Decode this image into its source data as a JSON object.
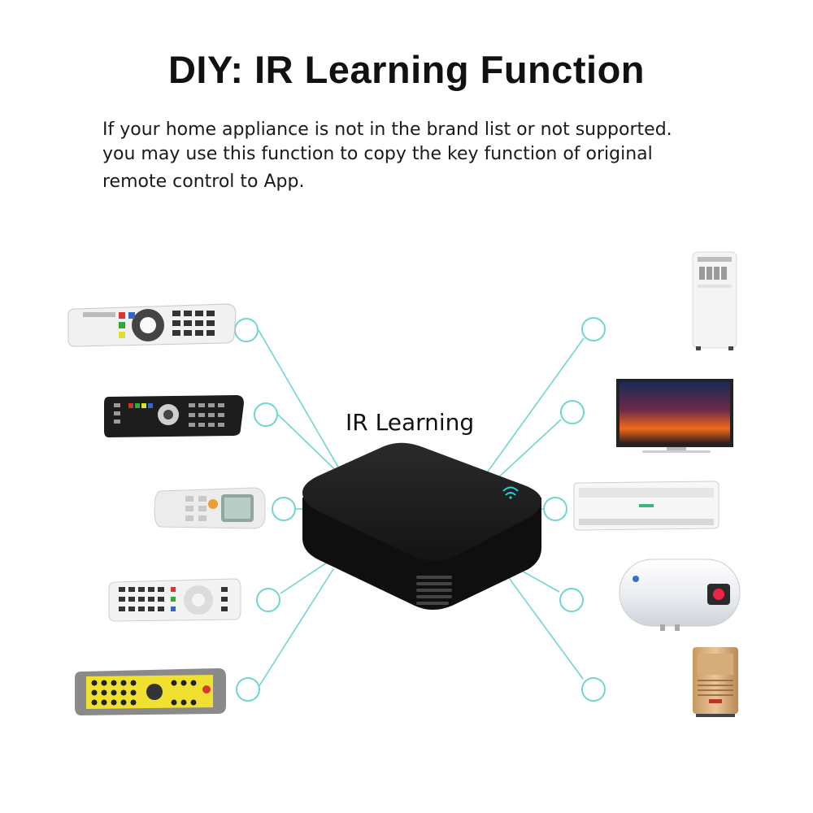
{
  "header": {
    "title": "DIY: IR Learning Function",
    "description_lines": [
      "If your home appliance is not in the brand list or not supported.",
      "you may use this function to copy the key function of original",
      "remote control to App."
    ]
  },
  "hub": {
    "label": "IR Learning",
    "icon": "wifi-icon",
    "indicator_color": "#1fd3e6"
  },
  "colors": {
    "connector": "#6fd6cf",
    "hub_body": "#1b1b1b"
  },
  "remotes": [
    {
      "name": "white-tv-remote"
    },
    {
      "name": "black-tv-remote"
    },
    {
      "name": "ac-remote"
    },
    {
      "name": "white-satellite-remote"
    },
    {
      "name": "yellow-remote"
    }
  ],
  "appliances": [
    {
      "name": "portable-air-conditioner"
    },
    {
      "name": "flat-screen-tv"
    },
    {
      "name": "split-air-conditioner"
    },
    {
      "name": "electric-water-heater"
    },
    {
      "name": "air-purifier"
    }
  ]
}
